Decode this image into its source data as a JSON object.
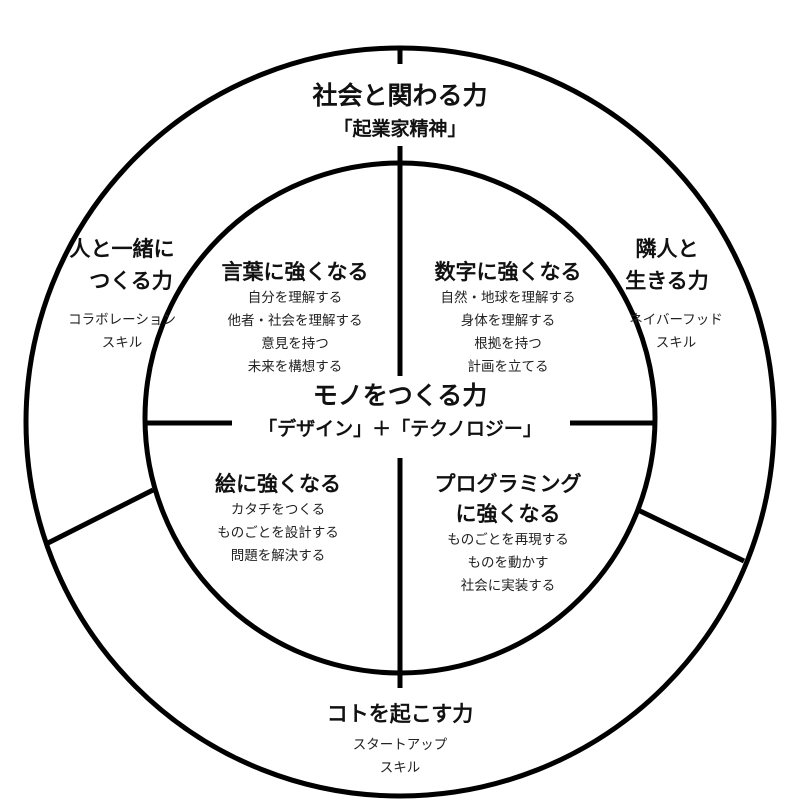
{
  "top": {
    "title": "社会と関わる力",
    "subtitle": "「起業家精神」"
  },
  "left": {
    "title_lines": [
      "人と一緒に",
      "つくる力"
    ],
    "sub_lines": [
      "コラボレーション",
      "スキル"
    ]
  },
  "right": {
    "title_lines": [
      "隣人と",
      "生きる力"
    ],
    "sub_lines": [
      "ネイバーフッド",
      "スキル"
    ]
  },
  "bottom": {
    "title": "コトを起こす力",
    "sub_lines": [
      "スタートアップ",
      "スキル"
    ]
  },
  "center": {
    "title": "モノをつくる力",
    "subtitle": "「デザイン」＋「テクノロジー」"
  },
  "quadrants": {
    "words": {
      "title": "言葉に強くなる",
      "items": [
        "自分を理解する",
        "他者・社会を理解する",
        "意見を持つ",
        "未来を構想する"
      ]
    },
    "numbers": {
      "title": "数字に強くなる",
      "items": [
        "自然・地球を理解する",
        "身体を理解する",
        "根拠を持つ",
        "計画を立てる"
      ]
    },
    "drawing": {
      "title": "絵に強くなる",
      "items": [
        "カタチをつくる",
        "ものごとを設計する",
        "問題を解決する"
      ]
    },
    "programming": {
      "title_lines": [
        "プログラミング",
        "に強くなる"
      ],
      "items": [
        "ものごとを再現する",
        "ものを動かす",
        "社会に実装する"
      ]
    }
  }
}
